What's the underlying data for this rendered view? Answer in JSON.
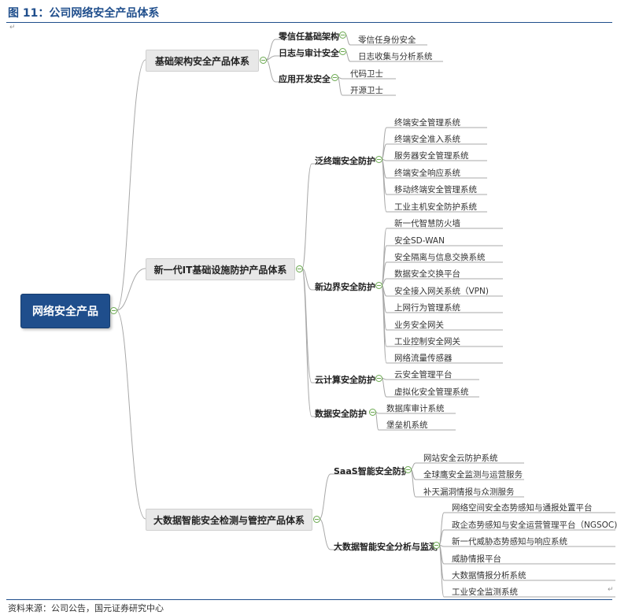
{
  "figure": {
    "title": "图 11：公司网络安全产品体系",
    "source": "资料来源：公司公告，国元证券研究中心"
  },
  "mindmap": {
    "root": "网络安全产品",
    "branches": [
      {
        "label": "基础架构安全产品体系",
        "children": [
          {
            "label": "零信任基础架构",
            "items": [
              "零信任身份安全"
            ]
          },
          {
            "label": "日志与审计安全",
            "items": [
              "日志收集与分析系统"
            ]
          },
          {
            "label": "应用开发安全",
            "items": [
              "代码卫士",
              "开源卫士"
            ]
          }
        ]
      },
      {
        "label": "新一代IT基础设施防护产品体系",
        "children": [
          {
            "label": "泛终端安全防护",
            "items": [
              "终端安全管理系统",
              "终端安全准入系统",
              "服务器安全管理系统",
              "终端安全响应系统",
              "移动终端安全管理系统",
              "工业主机安全防护系统"
            ]
          },
          {
            "label": "新边界安全防护",
            "items": [
              "新一代智慧防火墙",
              "安全SD-WAN",
              "安全隔离与信息交换系统",
              "数据安全交换平台",
              "安全接入网关系统（VPN)",
              "上网行为管理系统",
              "业务安全网关",
              "工业控制安全网关",
              "网络流量传感器"
            ]
          },
          {
            "label": "云计算安全防护",
            "items": [
              "云安全管理平台",
              "虚拟化安全管理系统"
            ]
          },
          {
            "label": "数据安全防护",
            "items": [
              "数据库审计系统",
              "堡垒机系统"
            ]
          }
        ]
      },
      {
        "label": "大数据智能安全检测与管控产品体系",
        "children": [
          {
            "label": "SaaS智能安全防护",
            "items": [
              "网站安全云防护系统",
              "全球鹰安全监测与运营服务",
              "补天漏洞情报与众测服务"
            ]
          },
          {
            "label": "大数据智能安全分析与监测",
            "items": [
              "网络空间安全态势感知与通报处置平台",
              "政企态势感知与安全运营管理平台（NGSOC)",
              "新一代威胁态势感知与响应系统",
              "威胁情报平台",
              "大数据情报分析系统",
              "工业安全监测系统"
            ]
          }
        ]
      }
    ]
  }
}
